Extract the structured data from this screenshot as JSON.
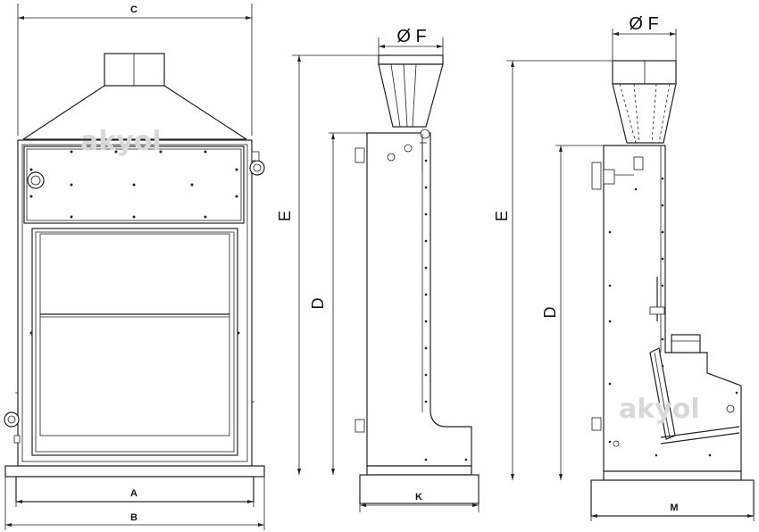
{
  "front_view": {
    "label_top": "C",
    "label_bottom_inner": "A",
    "label_bottom_outer": "B"
  },
  "side_view_1": {
    "label_diameter": "Ø F",
    "label_total_height": "E",
    "label_body_height": "D",
    "label_base": "K"
  },
  "side_view_2": {
    "label_diameter": "Ø F",
    "label_total_height": "E",
    "label_body_height": "D",
    "label_base": "M"
  },
  "watermark": "akyol"
}
